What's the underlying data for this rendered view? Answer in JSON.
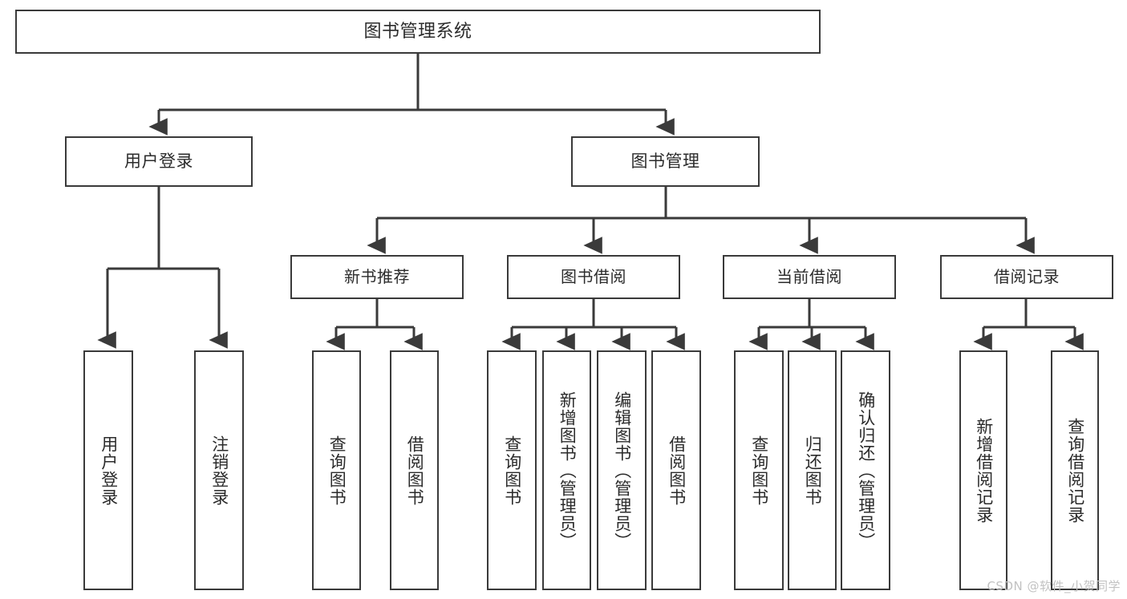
{
  "diagram": {
    "title": "图书管理系统",
    "watermark": "CSDN @软件_小贺同学",
    "line_color": "#3a3a3a",
    "text_color": "#2b2b2b",
    "background": "#ffffff",
    "root": {
      "label": "图书管理系统"
    },
    "level2": [
      {
        "label": "用户登录"
      },
      {
        "label": "图书管理"
      }
    ],
    "level3": [
      {
        "label": "新书推荐"
      },
      {
        "label": "图书借阅"
      },
      {
        "label": "当前借阅"
      },
      {
        "label": "借阅记录"
      }
    ],
    "leaves": {
      "user_login": [
        {
          "label": "用户登录"
        },
        {
          "label": "注销登录"
        }
      ],
      "new_book_recommend": [
        {
          "label": "查询图书"
        },
        {
          "label": "借阅图书"
        }
      ],
      "book_borrow": [
        {
          "label": "查询图书"
        },
        {
          "label": "新增图书（管理员）"
        },
        {
          "label": "编辑图书（管理员）"
        },
        {
          "label": "借阅图书"
        }
      ],
      "current_borrow": [
        {
          "label": "查询图书"
        },
        {
          "label": "归还图书"
        },
        {
          "label": "确认归还（管理员）"
        }
      ],
      "borrow_records": [
        {
          "label": "新增借阅记录"
        },
        {
          "label": "查询借阅记录"
        }
      ]
    }
  }
}
